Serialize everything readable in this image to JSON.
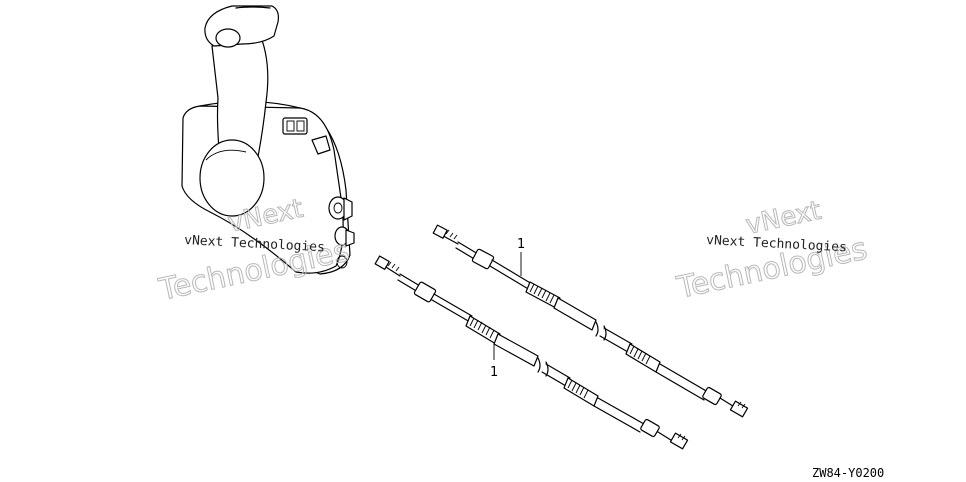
{
  "watermarks": {
    "left_line1": "vNext",
    "left_line2": "Technologies",
    "left_plain": "vNext Technologies",
    "right_line1": "vNext",
    "right_line2": "Technologies",
    "right_plain": "vNext Technologies"
  },
  "callouts": {
    "upper_cable": "1",
    "lower_cable": "1"
  },
  "diagram_code": "ZW84-Y0200"
}
